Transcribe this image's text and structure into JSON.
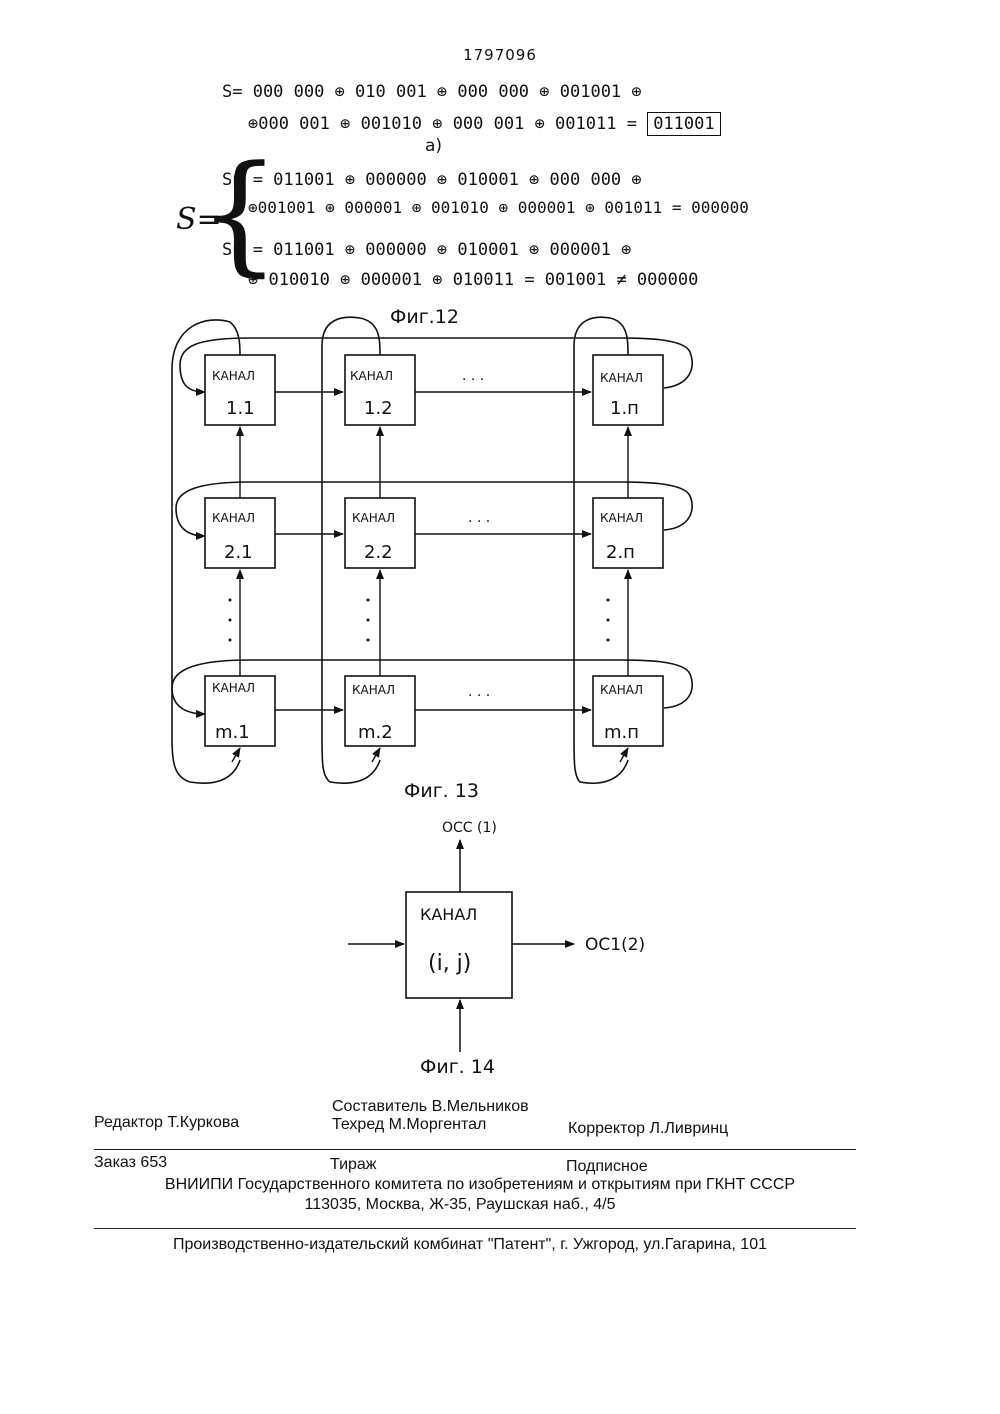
{
  "page_number": "1797096",
  "formula_a": {
    "line1": "S= 000 000 ⊕ 010 001 ⊕ 000 000 ⊕ 001001 ⊕",
    "line2": "⊕000 001 ⊕ 001010 ⊕ 000 001 ⊕ 001011 =",
    "result": "011001",
    "label": "а)"
  },
  "formula_b": {
    "s_symbol": "S=",
    "line1": "Sп = 011001 ⊕ 000000 ⊕ 010001 ⊕ 000 000 ⊕",
    "line2": "⊕001001 ⊕ 000001 ⊕ 001010 ⊕ 000001 ⊕ 001011 = 000000",
    "line3": "Sн = 011001 ⊕ 000000 ⊕ 010001 ⊕ 000001 ⊕",
    "line4": "⊕ 010010 ⊕ 000001 ⊕ 010011 = 001001 ≠ 000000"
  },
  "fig12_caption": "Фиг.12",
  "fig13": {
    "caption": "Фиг. 13",
    "channel_word": "КАНАЛ",
    "ellipsis_h": ". . .",
    "cells": [
      "1.1",
      "1.2",
      "1.п",
      "2.1",
      "2.2",
      "2.п",
      "m.1",
      "m.2",
      "m.п"
    ]
  },
  "fig14": {
    "caption": "Фиг. 14",
    "channel_word": "КАНАЛ",
    "index": "(i, j)",
    "out_top": "ОСС (1)",
    "out_right": "ОС1(2)"
  },
  "footer": {
    "editor": "Редактор  Т.Куркова",
    "compiler": "Составитель В.Мельников",
    "techred": "Техред М.Моргентал",
    "corrector": "Корректор Л.Ливринц",
    "order": "Заказ  653",
    "circulation": "Тираж",
    "subscription": "Подписное",
    "org": "ВНИИПИ Государственного комитета по изобретениям и открытиям при ГКНТ СССР",
    "address": "113035, Москва, Ж-35, Раушская наб., 4/5",
    "publisher": "Производственно-издательский комбинат \"Патент\", г. Ужгород, ул.Гагарина, 101"
  }
}
